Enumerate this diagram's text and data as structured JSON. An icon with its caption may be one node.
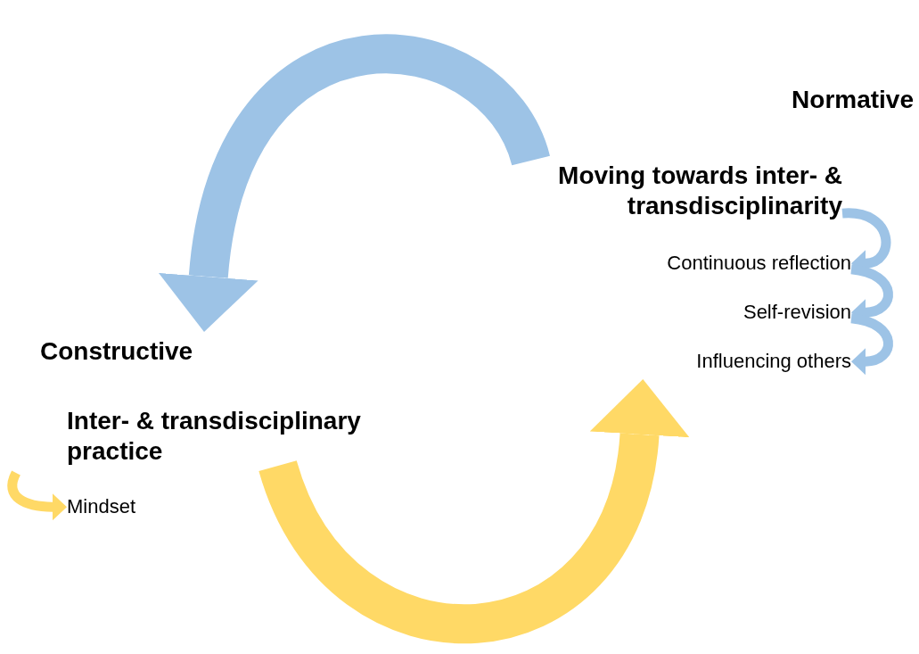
{
  "diagram": {
    "nodes": [
      {
        "text": [
          "Normative"
        ]
      },
      {
        "text": [
          "Moving towards inter- & transdisciplinarity"
        ],
        "in": 0
      },
      {
        "text": [
          "Continuous reflection"
        ],
        "in": 0
      },
      {
        "text": [
          "Self-revision"
        ],
        "in": 0
      },
      {
        "text": [
          "Influencing others"
        ],
        "in": 0
      },
      {
        "text": [
          "Constructive"
        ]
      },
      {
        "text": [
          "Inter- & transdisciplinary practice"
        ],
        "in": 5
      },
      {
        "text": [
          "Mindset"
        ],
        "in": 5
      }
    ],
    "edges": [
      {
        "from": 1,
        "to": 5,
        "arrow": "to",
        "style": "thick"
      },
      {
        "from": 1,
        "to": 2,
        "arrow": "to"
      },
      {
        "from": 2,
        "to": 3,
        "arrow": "to"
      },
      {
        "from": 3,
        "to": 4,
        "arrow": "to"
      },
      {
        "from": 6,
        "to": 0,
        "arrow": "to",
        "style": "thick",
        "color": "#ffd966"
      },
      {
        "from": null,
        "to": 7,
        "arrow": "to",
        "color": "#ffd966"
      }
    ]
  }
}
